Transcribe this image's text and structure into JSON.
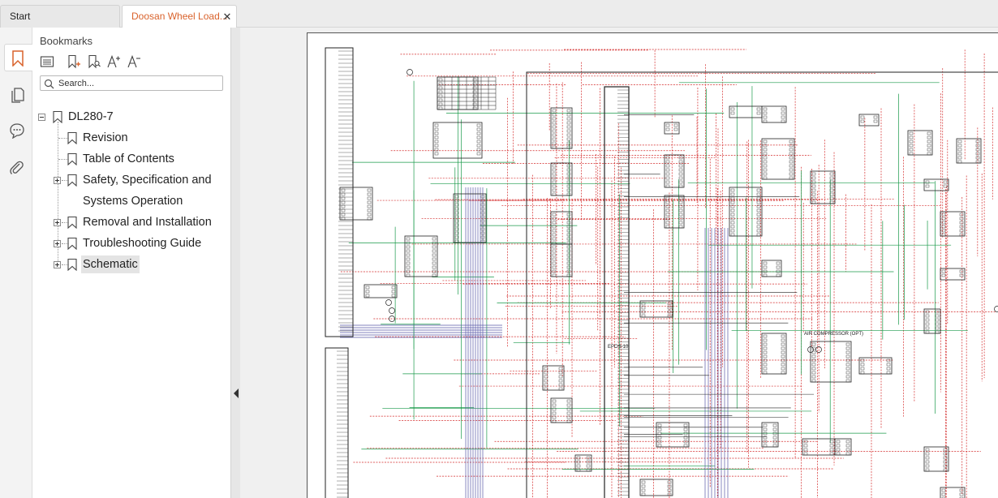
{
  "tabs": [
    {
      "label": "Start"
    },
    {
      "label": "Doosan Wheel Load..."
    }
  ],
  "tab_close_glyph": "✕",
  "colors": {
    "active_tab_text": "#d9622b",
    "accent": "#d9622b"
  },
  "rail": {
    "icons": [
      "bookmark-icon",
      "pages-icon",
      "comment-icon",
      "attachment-icon"
    ]
  },
  "bookmarks": {
    "title": "Bookmarks",
    "search_placeholder": "Search...",
    "toolbar_icons": [
      "list-view-icon",
      "add-bookmark-icon",
      "find-bookmark-icon",
      "increase-text-size-icon",
      "decrease-text-size-icon"
    ],
    "root": "DL280-7",
    "items": [
      {
        "label": "Revision"
      },
      {
        "label": "Table of Contents"
      },
      {
        "label": "Safety, Specification and",
        "label2": "Systems Operation"
      },
      {
        "label": "Removal and Installation"
      },
      {
        "label": "Troubleshooting Guide"
      },
      {
        "label": "Schematic"
      }
    ]
  },
  "schematic": {
    "labels": [
      "EPOS-10",
      "AIR COMPRESSOR (OPT)"
    ]
  }
}
